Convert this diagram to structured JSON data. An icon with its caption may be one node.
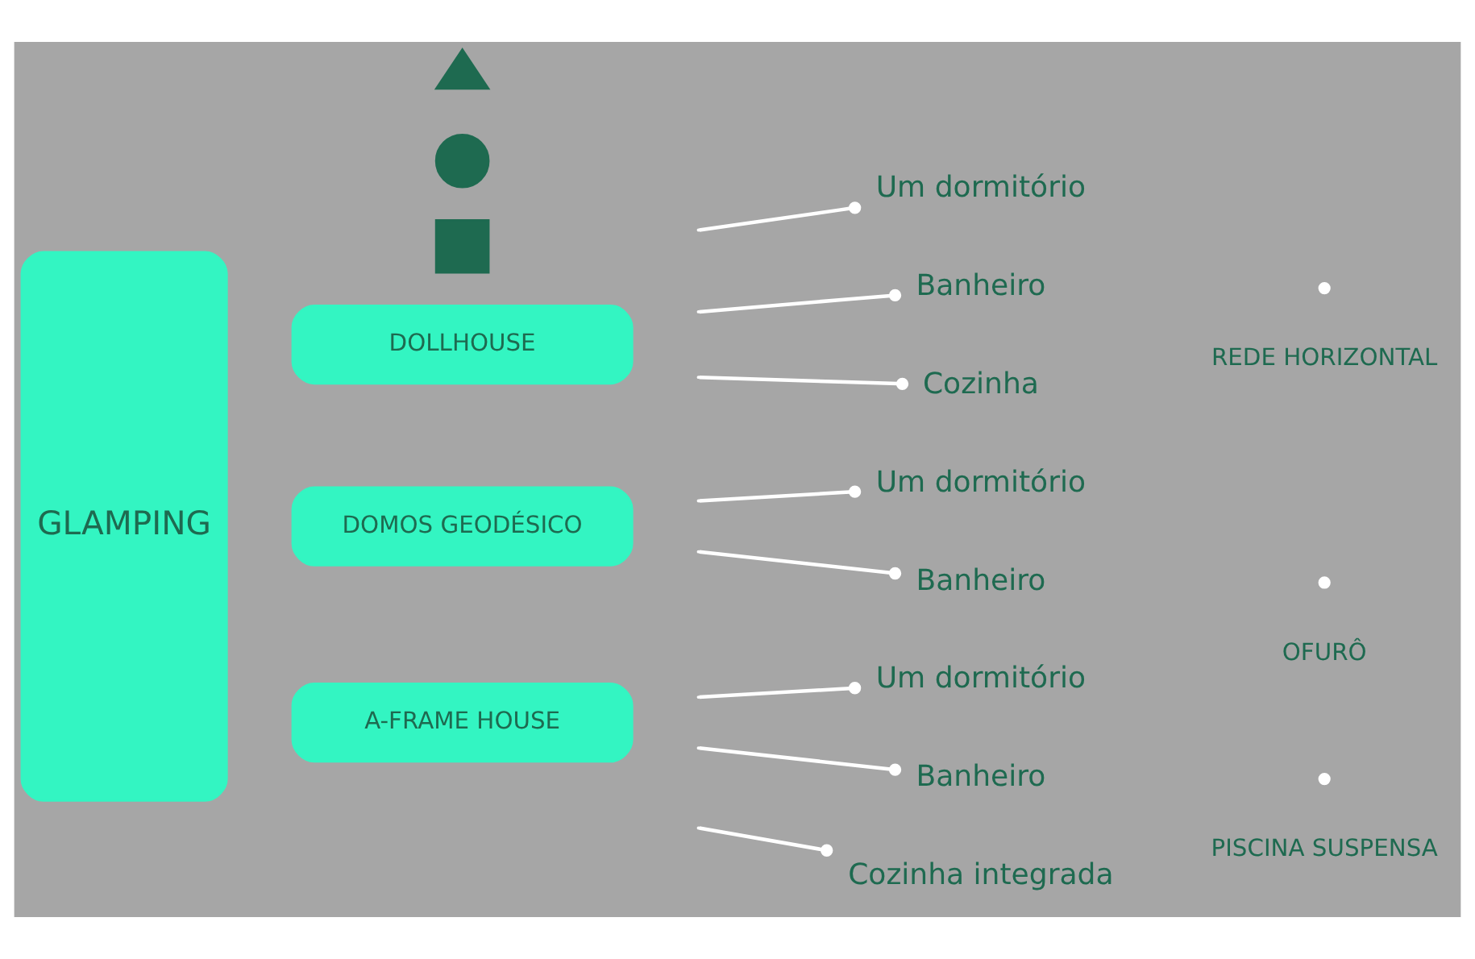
{
  "diagram": {
    "nodes": [
      {
        "text": [
          "GLAMPING"
        ]
      },
      {
        "text": [
          "DOLLHOUSE"
        ]
      },
      {
        "text": [],
        "shape": "box"
      },
      {
        "text": [
          "Um dormitório"
        ]
      },
      {
        "text": [
          "Banheiro"
        ]
      },
      {
        "text": [
          "Cozinha"
        ]
      },
      {
        "text": [
          "DOMOS GEODÉSICO"
        ]
      },
      {
        "text": [],
        "shape": "circle"
      },
      {
        "text": [
          "Um dormitório"
        ]
      },
      {
        "text": [
          "Banheiro"
        ]
      },
      {
        "text": [
          "A-FRAME HOUSE"
        ]
      },
      {
        "text": [],
        "shape": "triangle"
      },
      {
        "text": [
          "Um dormitório"
        ]
      },
      {
        "text": [
          "Banheiro"
        ]
      },
      {
        "text": [
          "Cozinha integrada"
        ]
      }
    ],
    "edges": [
      {
        "from": null,
        "to": 3,
        "arrow": "other"
      },
      {
        "from": null,
        "to": 4,
        "arrow": "other"
      },
      {
        "from": null,
        "to": 5,
        "arrow": "other"
      },
      {
        "from": null,
        "to": 8,
        "arrow": "other"
      },
      {
        "from": null,
        "to": 9,
        "arrow": "other"
      },
      {
        "from": null,
        "to": 12,
        "arrow": "other"
      },
      {
        "from": null,
        "to": 13,
        "arrow": "other"
      },
      {
        "from": null,
        "to": 14,
        "arrow": "other"
      }
    ],
    "labels": [
      "REDE HORIZONTAL",
      "OFURÔ",
      "PISCINA SUSPENSA"
    ]
  }
}
